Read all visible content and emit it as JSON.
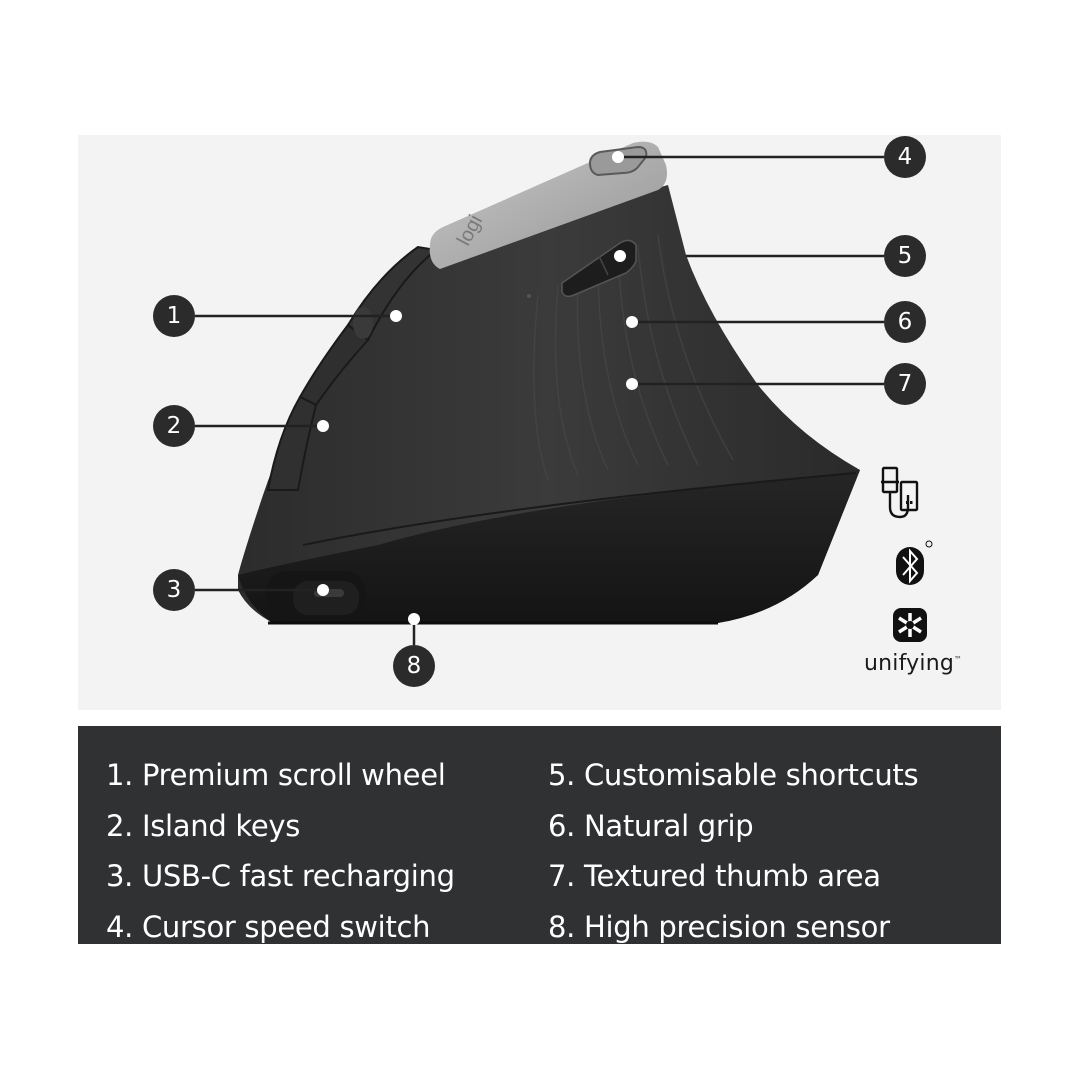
{
  "product_diagram": {
    "callouts": [
      {
        "number": "1",
        "target": "Premium scroll wheel"
      },
      {
        "number": "2",
        "target": "Island keys"
      },
      {
        "number": "3",
        "target": "USB-C fast recharging"
      },
      {
        "number": "4",
        "target": "Cursor speed switch"
      },
      {
        "number": "5",
        "target": "Customisable shortcuts"
      },
      {
        "number": "6",
        "target": "Natural grip"
      },
      {
        "number": "7",
        "target": "Textured thumb area"
      },
      {
        "number": "8",
        "target": "High precision sensor"
      }
    ],
    "brand_logo": "logi",
    "connectivity": {
      "icons": [
        "usb-cable-icon",
        "bluetooth-icon",
        "unifying-icon"
      ],
      "unifying_label": "unifying",
      "unifying_trademark": "™",
      "bluetooth_registered": "®"
    }
  },
  "features": {
    "left": [
      "1. Premium scroll wheel",
      "2. Island keys",
      "3. USB-C fast recharging",
      "4. Cursor speed switch"
    ],
    "right": [
      "5. Customisable shortcuts",
      "6. Natural grip",
      "7. Textured thumb area",
      "8. High precision sensor"
    ]
  },
  "colors": {
    "panel_background": "#f3f3f3",
    "features_background": "#303132",
    "callout_badge": "#2b2b2b",
    "mouse_body": "#2a2a2a",
    "mouse_top_plate": "#b4b4b4"
  }
}
